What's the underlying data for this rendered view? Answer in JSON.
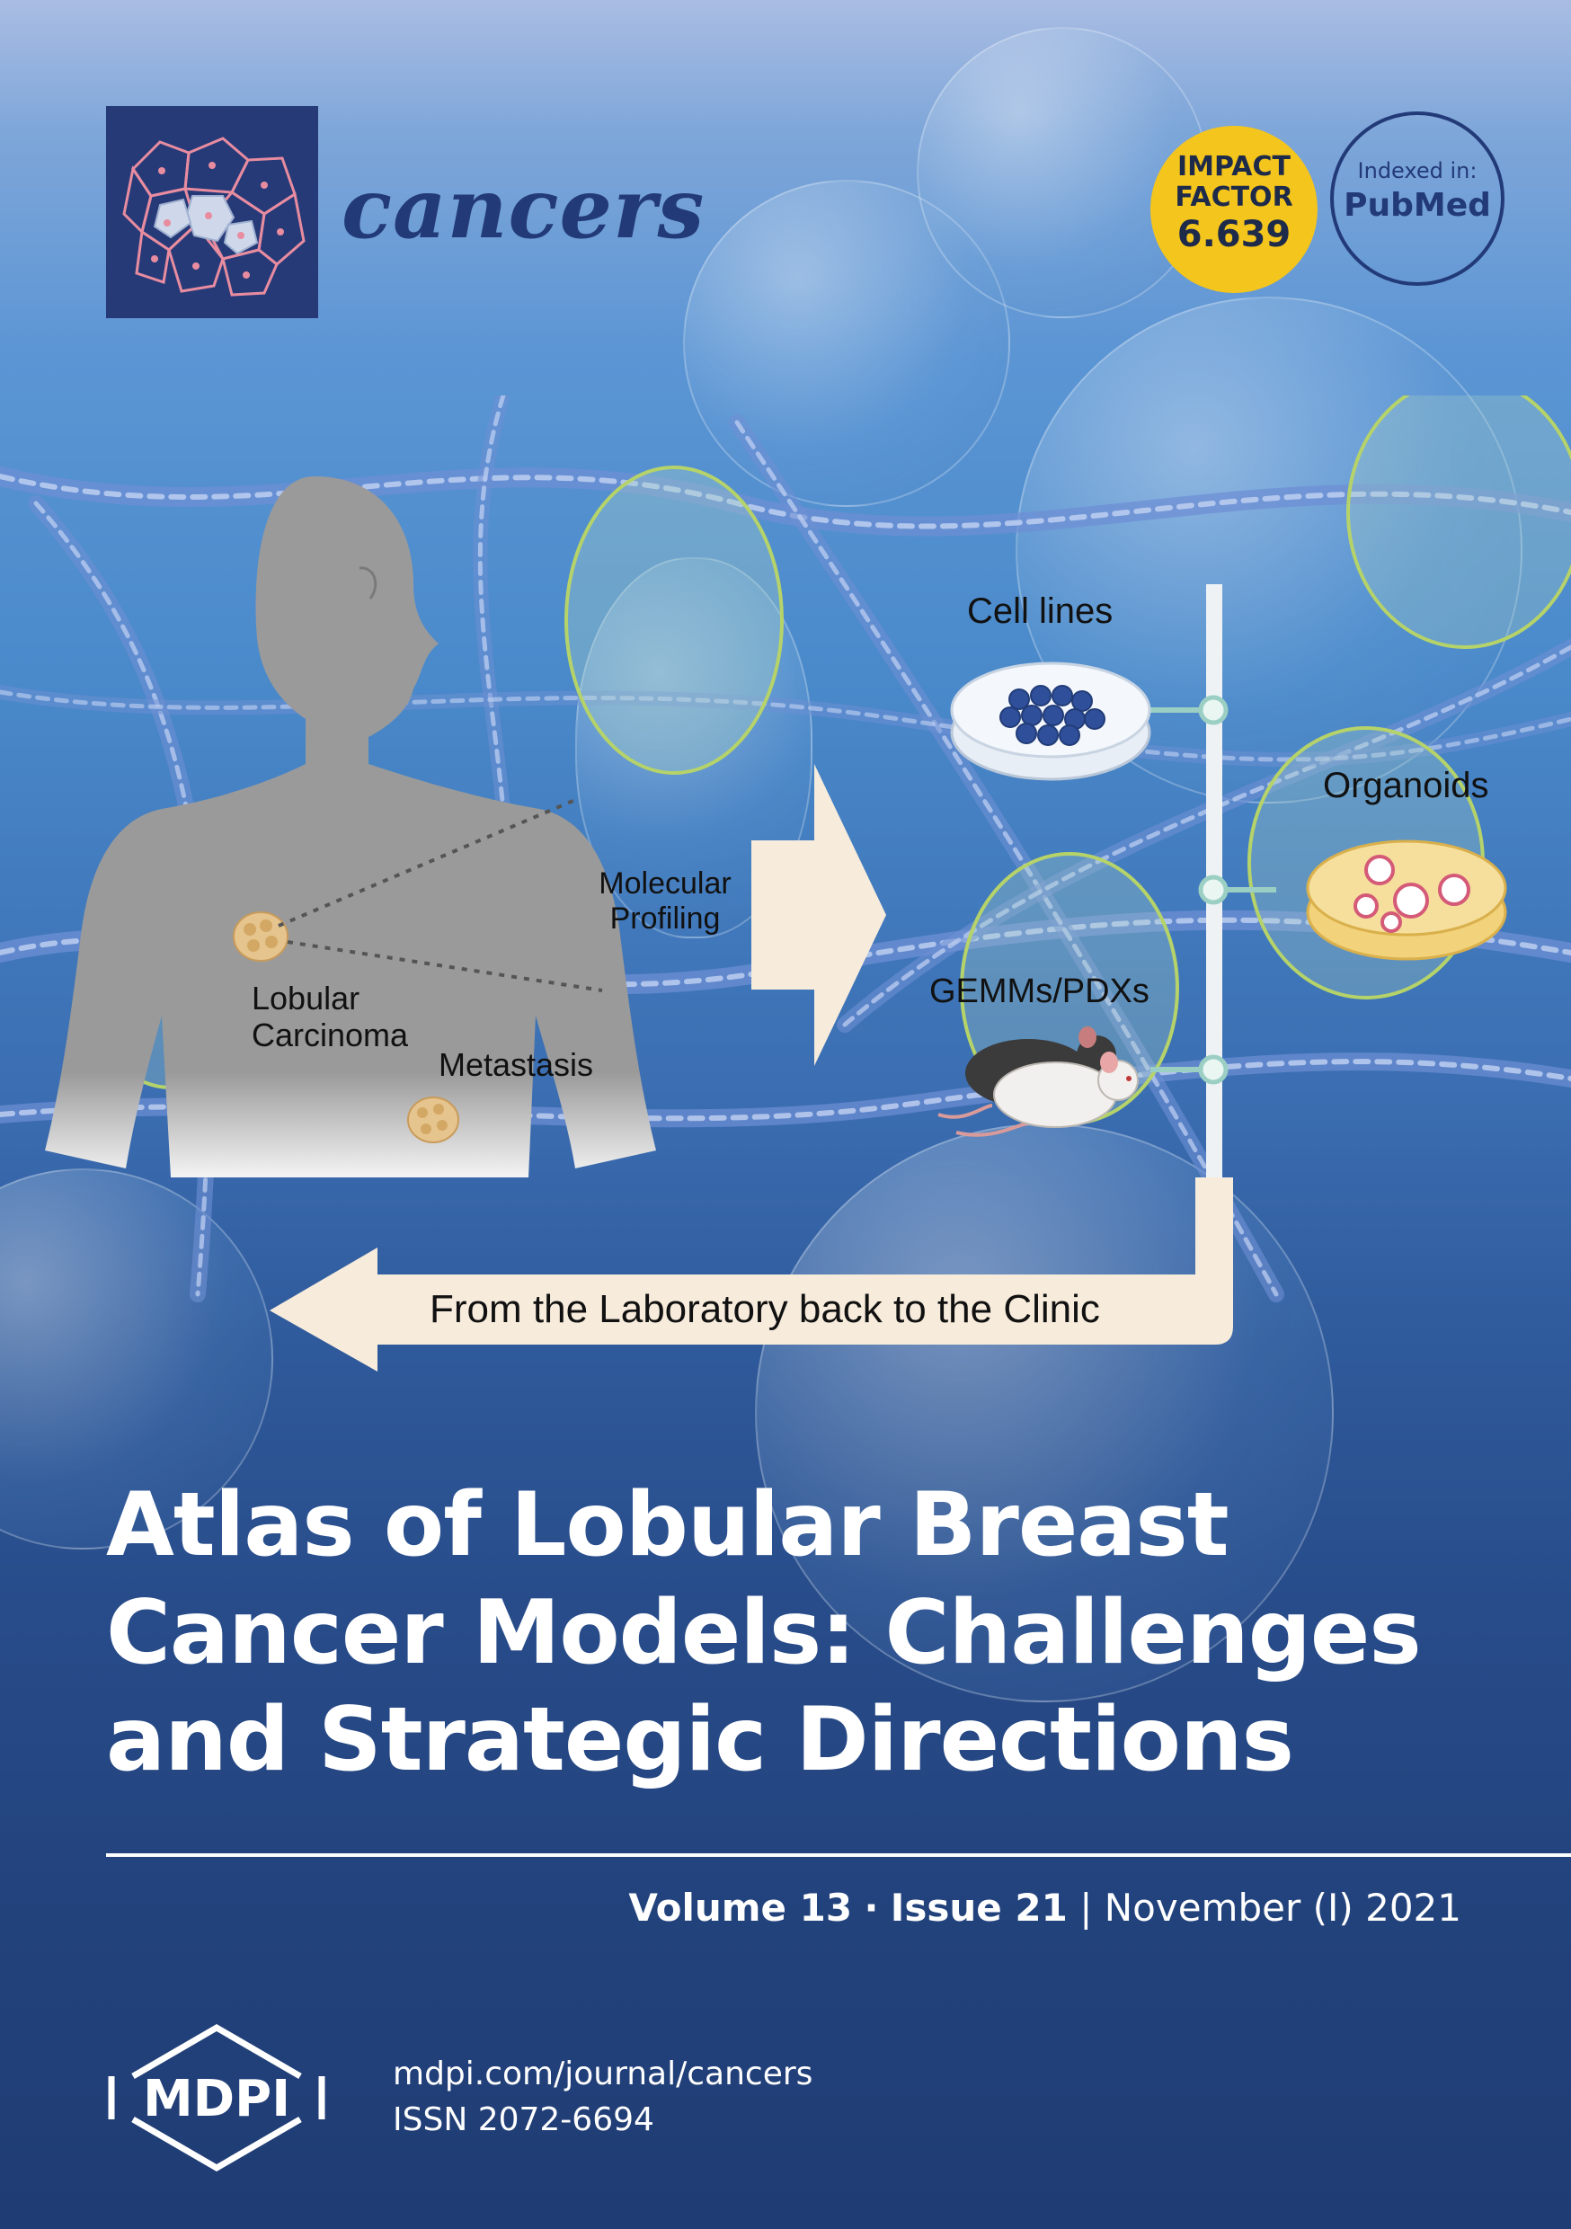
{
  "journal": {
    "name": "cancers"
  },
  "badges": {
    "impact_line1": "IMPACT",
    "impact_line2": "FACTOR",
    "impact_value": "6.639",
    "indexed_label": "Indexed in:",
    "indexed_value": "PubMed"
  },
  "figure": {
    "labels": {
      "cell_lines": "Cell lines",
      "organoids": "Organoids",
      "molecular_profiling_1": "Molecular",
      "molecular_profiling_2": "Profiling",
      "gemms": "GEMMs/PDXs",
      "lobular_1": "Lobular",
      "lobular_2": "Carcinoma",
      "metastasis": "Metastasis",
      "back_arrow": "From the Laboratory back to the Clinic"
    }
  },
  "article": {
    "title_line1": "Atlas of Lobular Breast",
    "title_line2": "Cancer Models: Challenges",
    "title_line3": "and Strategic Directions"
  },
  "issue": {
    "volume": "Volume 13",
    "separator": "·",
    "issue_number": "Issue 21",
    "divider": "|",
    "date": "November (I) 2021"
  },
  "publisher": {
    "name": "MDPI",
    "url": "mdpi.com/journal/cancers",
    "issn": "ISSN 2072-6694"
  },
  "colors": {
    "navy": "#233a78",
    "badge_yellow": "#f4c51c",
    "arrow_cream": "#f7ecdc"
  }
}
